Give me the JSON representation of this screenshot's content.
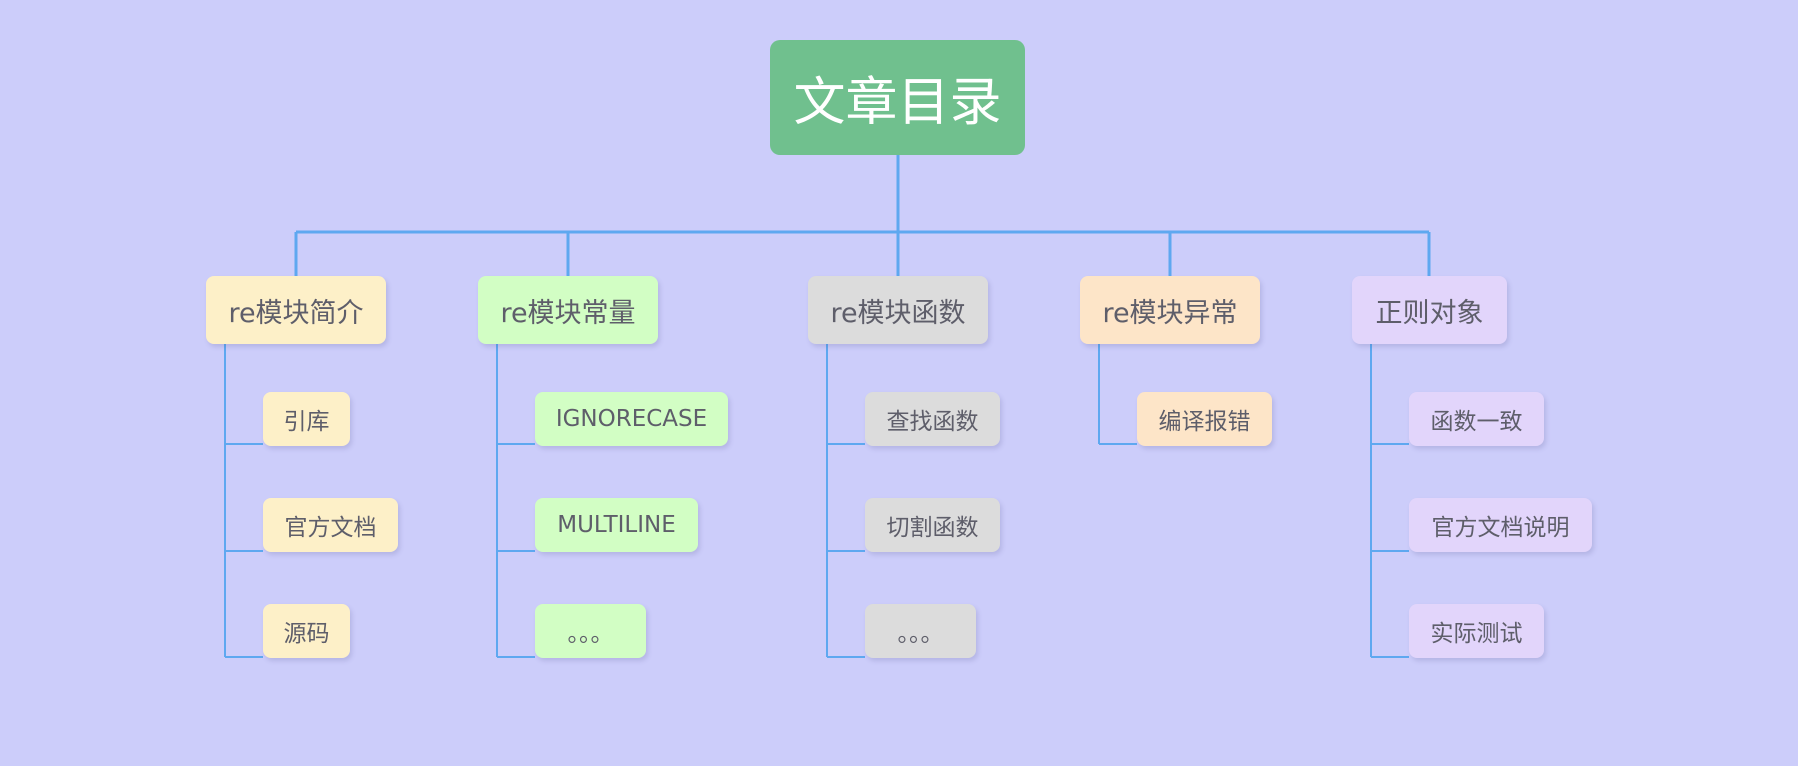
{
  "root": {
    "label": "文章目录"
  },
  "branches": [
    {
      "label": "re模块简介",
      "color": "#fdf0c8",
      "children": [
        "引库",
        "官方文档",
        "源码"
      ]
    },
    {
      "label": "re模块常量",
      "color": "#d2fec4",
      "children": [
        "IGNORECASE",
        "MULTILINE",
        "。。。"
      ]
    },
    {
      "label": "re模块函数",
      "color": "#dcdcdc",
      "children": [
        "查找函数",
        "切割函数",
        "。。。"
      ]
    },
    {
      "label": "re模块异常",
      "color": "#fde5c8",
      "children": [
        "编译报错"
      ]
    },
    {
      "label": "正则对象",
      "color": "#e2d5fb",
      "children": [
        "函数一致",
        "官方文档说明",
        "实际测试"
      ]
    }
  ],
  "colors": {
    "background": "#cccdfa",
    "root": "#70c08e",
    "connector": "#5ea8f0"
  }
}
